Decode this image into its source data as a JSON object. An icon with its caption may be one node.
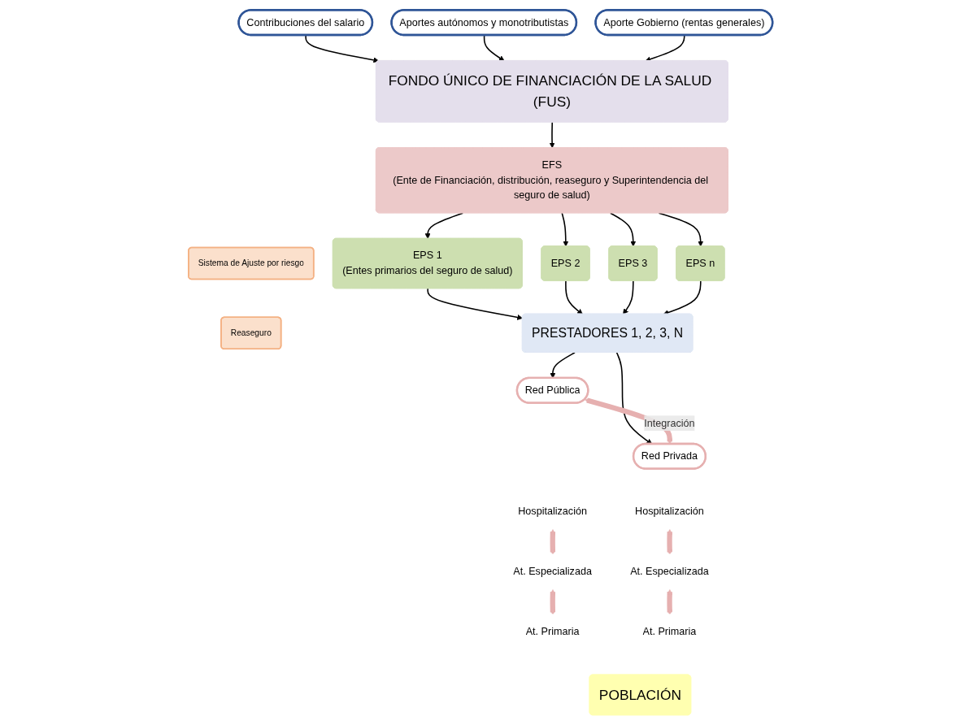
{
  "diagram": {
    "nodes": [
      {
        "text": [
          "Contribuciones del salario"
        ]
      },
      {
        "text": [
          "Aportes autónomos y monotributistas"
        ]
      },
      {
        "text": [
          "Aporte Gobierno (rentas generales)"
        ]
      },
      {
        "text": [
          "FONDO ÚNICO DE FINANCIACIÓN DE LA SALUD (FUS)"
        ]
      },
      {
        "text": [
          "EFS",
          "(Ente de Financiación, distribución, reaseguro y Superintendencia del seguro de salud)"
        ]
      },
      {
        "text": [
          "Sistema de Ajuste por riesgo"
        ]
      },
      {
        "text": [
          "Reaseguro"
        ]
      },
      {
        "text": [
          "EPS 1",
          "(Entes primarios del seguro de salud)"
        ]
      },
      {
        "text": [
          "EPS 2"
        ]
      },
      {
        "text": [
          "EPS 3"
        ]
      },
      {
        "text": [
          "EPS n"
        ]
      },
      {
        "text": [
          "PRESTADORES 1, 2, 3, N"
        ]
      },
      {
        "text": [
          "Red Pública"
        ]
      },
      {
        "text": [
          "Red Privada"
        ]
      },
      {
        "text": [
          "Hospitalización"
        ]
      },
      {
        "text": [
          "At. Especializada"
        ]
      },
      {
        "text": [
          "At. Primaria"
        ]
      },
      {
        "text": [
          "Hospitalización"
        ]
      },
      {
        "text": [
          "At. Especializada"
        ]
      },
      {
        "text": [
          "At. Primaria"
        ]
      },
      {
        "text": [
          "POBLACIÓN"
        ]
      }
    ],
    "edges": [
      {
        "from": 0,
        "to": 3,
        "arrow": "to"
      },
      {
        "from": 1,
        "to": 3,
        "arrow": "to"
      },
      {
        "from": 2,
        "to": 3,
        "arrow": "to"
      },
      {
        "from": 3,
        "to": 4,
        "arrow": "to"
      },
      {
        "from": 4,
        "to": 7,
        "arrow": "to"
      },
      {
        "from": 4,
        "to": 8,
        "arrow": "to"
      },
      {
        "from": 4,
        "to": 9,
        "arrow": "to"
      },
      {
        "from": 4,
        "to": 10,
        "arrow": "to"
      },
      {
        "from": 7,
        "to": 11,
        "arrow": "to"
      },
      {
        "from": 8,
        "to": 11,
        "arrow": "to"
      },
      {
        "from": 9,
        "to": 11,
        "arrow": "to"
      },
      {
        "from": 10,
        "to": 11,
        "arrow": "to"
      },
      {
        "from": 11,
        "to": 12,
        "arrow": "to"
      },
      {
        "from": 11,
        "to": 13,
        "arrow": "to"
      },
      {
        "from": 12,
        "to": 13,
        "arrow": "both",
        "label": "Integración",
        "style": "thick",
        "color": "#e6b0b0"
      },
      {
        "from": 14,
        "to": 15,
        "arrow": "both",
        "style": "thick",
        "color": "#e6b0b0"
      },
      {
        "from": 15,
        "to": 16,
        "arrow": "both",
        "style": "thick",
        "color": "#e6b0b0"
      },
      {
        "from": 17,
        "to": 18,
        "arrow": "both",
        "style": "thick",
        "color": "#e6b0b0"
      },
      {
        "from": 18,
        "to": 19,
        "arrow": "both",
        "style": "thick",
        "color": "#e6b0b0"
      }
    ]
  }
}
